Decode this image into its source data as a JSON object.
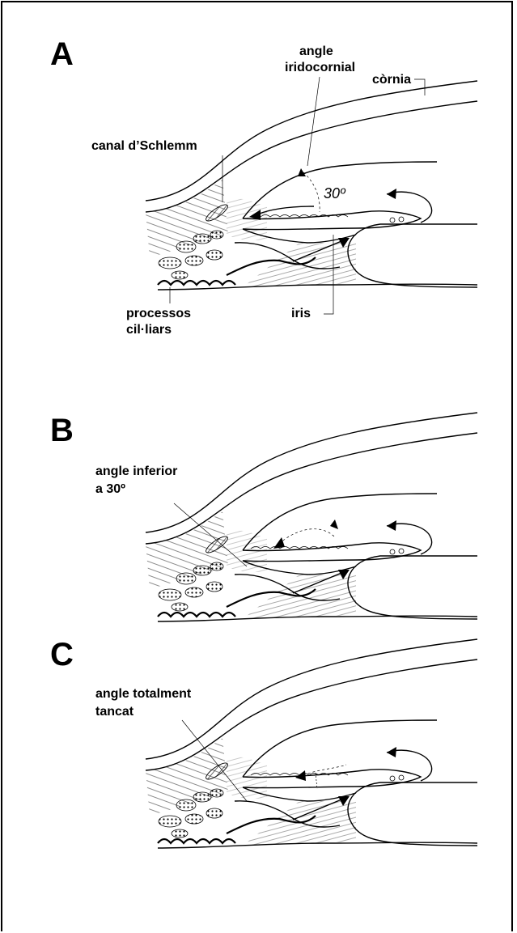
{
  "panels": [
    {
      "letter": "A",
      "labels": {
        "angle_line1": "angle",
        "angle_line2": "iridocornial",
        "cornea": "còrnia",
        "schlemm": "canal d’Schlemm",
        "degree": "30º",
        "ciliary_line1": "processos",
        "ciliary_line2": "cil·liars",
        "iris": "iris"
      }
    },
    {
      "letter": "B",
      "labels": {
        "angle_line1": "angle inferior",
        "angle_line2": "a 30º"
      }
    },
    {
      "letter": "C",
      "labels": {
        "angle_line1": "angle totalment",
        "angle_line2": "tancat"
      }
    }
  ],
  "colors": {
    "ink": "#000000",
    "background": "#ffffff"
  }
}
